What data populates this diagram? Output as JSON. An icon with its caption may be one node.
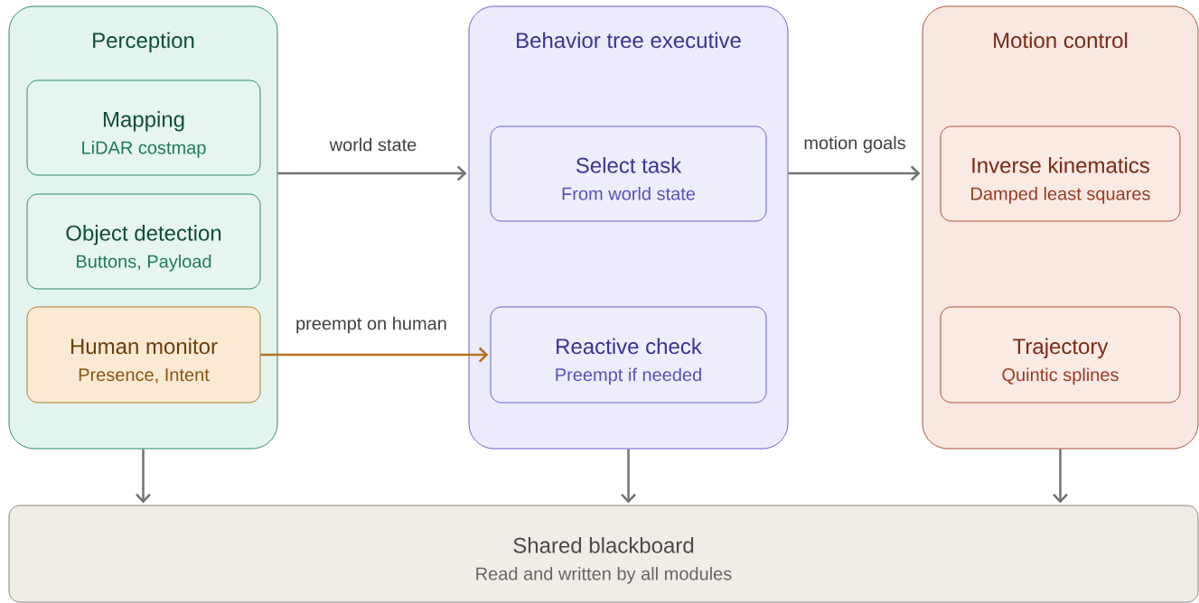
{
  "diagram": {
    "nodes": [
      {
        "text": [
          "Perception"
        ]
      },
      {
        "text": [
          "Mapping",
          "LiDAR costmap"
        ],
        "in": 0
      },
      {
        "text": [
          "Object detection",
          "Buttons, Payload"
        ],
        "in": 0
      },
      {
        "text": [
          "Human monitor",
          "Presence, Intent"
        ],
        "in": 0
      },
      {
        "text": [
          "Behavior tree executive"
        ]
      },
      {
        "text": [
          "Select task",
          "From world state"
        ],
        "in": 4
      },
      {
        "text": [
          "Reactive check",
          "Preempt if needed"
        ],
        "in": 4
      },
      {
        "text": [
          "Motion control"
        ]
      },
      {
        "text": [
          "Inverse kinematics",
          "Damped least squares"
        ],
        "in": 7
      },
      {
        "text": [
          "Trajectory",
          "Quintic splines"
        ],
        "in": 7
      },
      {
        "text": [
          "Shared blackboard",
          "Read and written by all modules"
        ]
      }
    ],
    "edges": [
      {
        "from": 0,
        "to": 4,
        "arrow": "to",
        "label": "world state"
      },
      {
        "from": 3,
        "to": 6,
        "arrow": "to",
        "label": "preempt on human",
        "color": "#b5711f"
      },
      {
        "from": 4,
        "to": 7,
        "arrow": "to",
        "label": "motion goals"
      },
      {
        "from": 0,
        "to": 10,
        "arrow": "to"
      },
      {
        "from": 4,
        "to": 10,
        "arrow": "to"
      },
      {
        "from": 7,
        "to": 10,
        "arrow": "to"
      }
    ]
  }
}
